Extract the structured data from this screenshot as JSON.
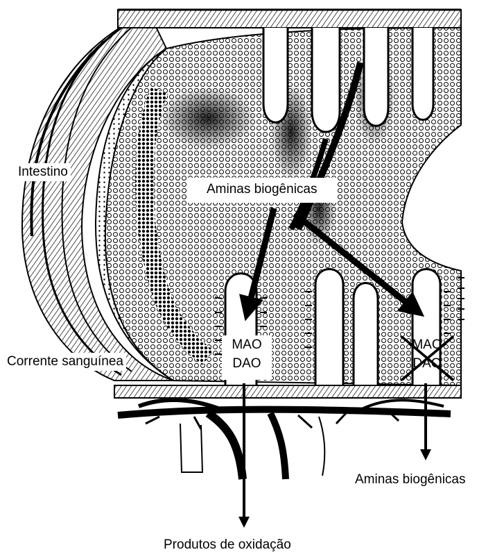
{
  "labels": {
    "intestine": "Intestino",
    "biogenic_amines_top": "Aminas biogênicas",
    "bloodstream": "Corrente sanguínea",
    "biogenic_amines_bottom": "Aminas biogênicas",
    "oxidation_products": "Produtos de oxidação"
  },
  "enzyme_box_active": {
    "line1": "MAO",
    "line2": "DAO"
  },
  "enzyme_box_blocked": {
    "line1": "MAO",
    "line2": "DAO"
  },
  "colors": {
    "ink": "#000000",
    "paper": "#ffffff"
  }
}
